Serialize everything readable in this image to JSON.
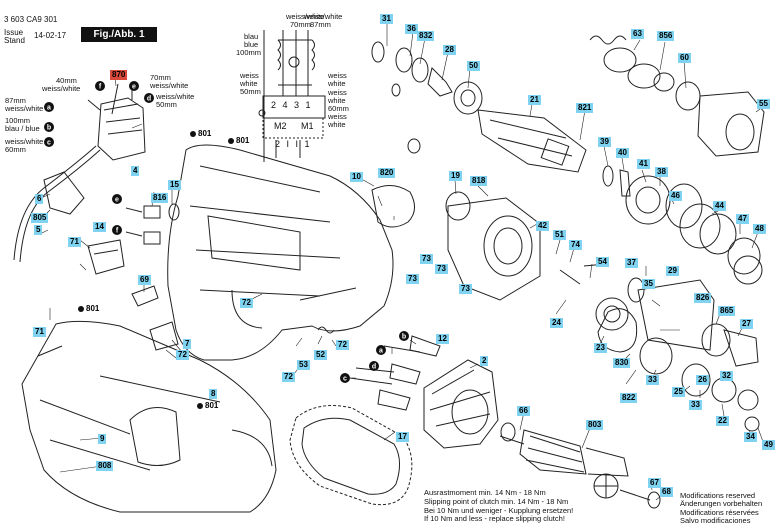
{
  "header": {
    "part_number": "3 603 CA9 301",
    "issue_label": "Issue",
    "stand_label": "Stand",
    "date": "14-02-17",
    "figure": "Fig./Abb. 1"
  },
  "wiring": {
    "w1": "weiss/white",
    "w1_len": "70mm",
    "w2": "weiss/white",
    "w2_len": "87mm",
    "blau1": "blau",
    "blue1": "blue",
    "len100": "100mm",
    "weiss_a": "weiss",
    "white_a": "white",
    "len50": "50mm",
    "weiss_b": "weiss",
    "white_b": "white",
    "weiss_c": "weiss",
    "white_c": "white",
    "len60": "60mm",
    "weiss_d": "weiss",
    "white_d": "white",
    "pins": "2 4 3 1",
    "m2": "M2",
    "m1": "M1",
    "bottom": "2 I I 1",
    "left_40": "40mm",
    "left_40w": "weiss/white",
    "left_87": "87mm",
    "left_87w": "weiss/white",
    "left_100": "100mm",
    "left_100b": "blau / blue",
    "left_60w": "weiss/white",
    "left_60": "60mm",
    "r70": "70mm",
    "r70w": "weiss/white",
    "r50w": "weiss/white",
    "r50": "50mm"
  },
  "letters": {
    "f": "f",
    "e": "e",
    "a": "a",
    "b": "b",
    "c": "c",
    "d": "d"
  },
  "parts": [
    {
      "id": "870",
      "red": true
    },
    {
      "id": "4"
    },
    {
      "id": "801"
    },
    {
      "id": "801b",
      "label": "801"
    },
    {
      "id": "801c",
      "label": "801"
    },
    {
      "id": "801d",
      "label": "801"
    },
    {
      "id": "6"
    },
    {
      "id": "805"
    },
    {
      "id": "5"
    },
    {
      "id": "71"
    },
    {
      "id": "14"
    },
    {
      "id": "816"
    },
    {
      "id": "15"
    },
    {
      "id": "69"
    },
    {
      "id": "71b",
      "label": "71"
    },
    {
      "id": "7"
    },
    {
      "id": "72"
    },
    {
      "id": "72b",
      "label": "72"
    },
    {
      "id": "72c",
      "label": "72"
    },
    {
      "id": "72d",
      "label": "72"
    },
    {
      "id": "8"
    },
    {
      "id": "9"
    },
    {
      "id": "808"
    },
    {
      "id": "10"
    },
    {
      "id": "820"
    },
    {
      "id": "53"
    },
    {
      "id": "52"
    },
    {
      "id": "12"
    },
    {
      "id": "2"
    },
    {
      "id": "17"
    },
    {
      "id": "31"
    },
    {
      "id": "36"
    },
    {
      "id": "832"
    },
    {
      "id": "28"
    },
    {
      "id": "50"
    },
    {
      "id": "21"
    },
    {
      "id": "821"
    },
    {
      "id": "63"
    },
    {
      "id": "856"
    },
    {
      "id": "60"
    },
    {
      "id": "55"
    },
    {
      "id": "19"
    },
    {
      "id": "818"
    },
    {
      "id": "39"
    },
    {
      "id": "40"
    },
    {
      "id": "41"
    },
    {
      "id": "38"
    },
    {
      "id": "46"
    },
    {
      "id": "44"
    },
    {
      "id": "47"
    },
    {
      "id": "48"
    },
    {
      "id": "42"
    },
    {
      "id": "51"
    },
    {
      "id": "74"
    },
    {
      "id": "54"
    },
    {
      "id": "73"
    },
    {
      "id": "73b",
      "label": "73"
    },
    {
      "id": "73c",
      "label": "73"
    },
    {
      "id": "73d",
      "label": "73"
    },
    {
      "id": "37"
    },
    {
      "id": "29"
    },
    {
      "id": "35"
    },
    {
      "id": "826"
    },
    {
      "id": "865"
    },
    {
      "id": "27"
    },
    {
      "id": "24"
    },
    {
      "id": "23"
    },
    {
      "id": "830"
    },
    {
      "id": "33"
    },
    {
      "id": "25"
    },
    {
      "id": "26"
    },
    {
      "id": "32"
    },
    {
      "id": "33b",
      "label": "33"
    },
    {
      "id": "822"
    },
    {
      "id": "22"
    },
    {
      "id": "34"
    },
    {
      "id": "49"
    },
    {
      "id": "66"
    },
    {
      "id": "803"
    },
    {
      "id": "67"
    },
    {
      "id": "68"
    }
  ],
  "notes": {
    "de": "Ausrastmoment min. 14 Nm - 18 Nm",
    "en": "Slipping point of clutch min. 14 Nm - 18 Nm",
    "de2": "Bei 10 Nm und weniger - Kupplung ersetzen!",
    "en2": "If 10 Nm and less - replace slipping clutch!"
  },
  "modifications": [
    "Modifications reserved",
    "Änderungen vorbehalten",
    "Modifications réservées",
    "Salvo modificaciones"
  ],
  "colors": {
    "tag": "#7fd3f0",
    "tag_red": "#d94a3a"
  }
}
